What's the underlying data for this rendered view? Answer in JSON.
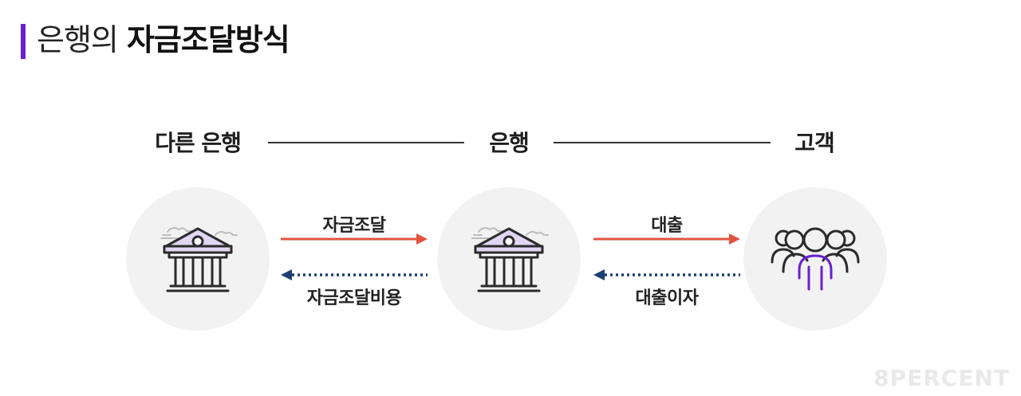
{
  "title": {
    "light": "은행의 ",
    "bold": "자금조달방식"
  },
  "nodes": [
    {
      "label": "다른 은행",
      "icon": "bank-icon"
    },
    {
      "label": "은행",
      "icon": "bank-icon"
    },
    {
      "label": "고객",
      "icon": "people-group-icon"
    }
  ],
  "flows": [
    {
      "label": "자금조달",
      "direction": "right",
      "style": "solid",
      "color": "#e2533f"
    },
    {
      "label": "자금조달비용",
      "direction": "left",
      "style": "dotted",
      "color": "#1f3f73"
    },
    {
      "label": "대출",
      "direction": "right",
      "style": "solid",
      "color": "#e2533f"
    },
    {
      "label": "대출이자",
      "direction": "left",
      "style": "dotted",
      "color": "#1f3f73"
    }
  ],
  "colors": {
    "accent": "#6a1fd0",
    "bank_fill": "#e1d6f3",
    "circle": "#f2f2f2"
  },
  "watermark": "8PERCENT"
}
